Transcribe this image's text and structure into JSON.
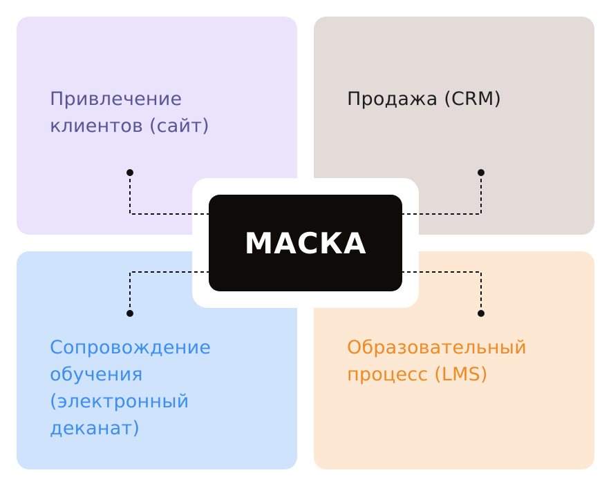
{
  "diagram": {
    "center": {
      "title": "МАСКА"
    },
    "blocks": [
      {
        "id": "top-left",
        "text": "Привлечение\nклиентов (сайт)",
        "color": "#5a5596",
        "background": "#e9e4fb"
      },
      {
        "id": "top-right",
        "text": "Продажа (CRM)",
        "color": "#1e1e1e",
        "background": "#e3dbd7"
      },
      {
        "id": "bottom-left",
        "text": "Сопровождение\nобучения\n(электронный\nдеканат)",
        "color": "#3d8ef0",
        "background": "#cfe3fd"
      },
      {
        "id": "bottom-right",
        "text": "Образовательный\nпроцесс (LMS)",
        "color": "#ef8a25",
        "background": "#fde8d3"
      }
    ]
  }
}
